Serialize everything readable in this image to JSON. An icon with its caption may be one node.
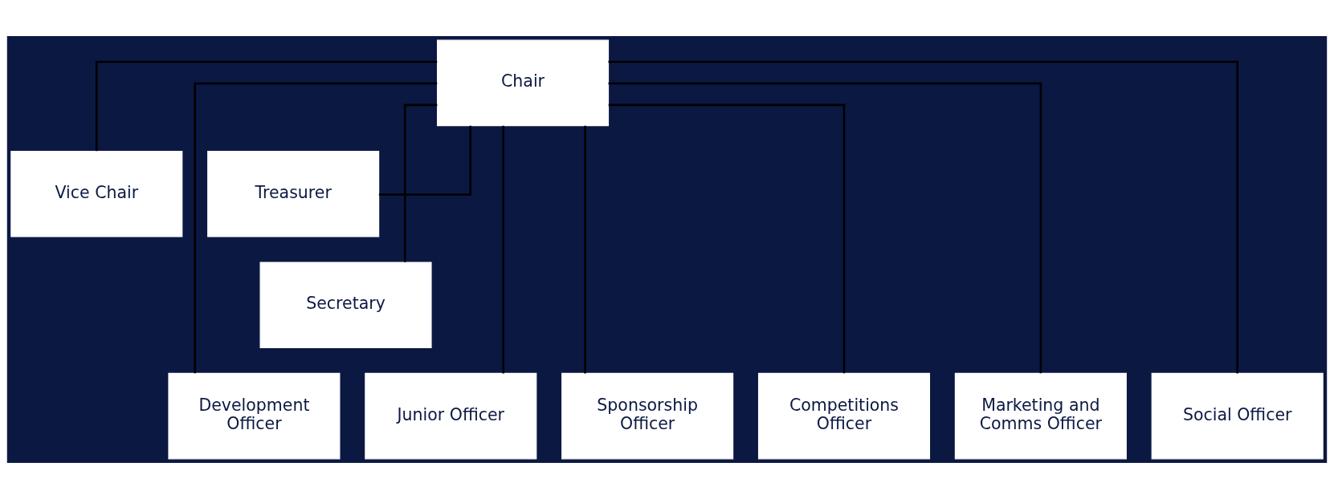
{
  "diagram": {
    "nodes": [
      {
        "text": [
          "Chair"
        ]
      },
      {
        "text": [
          "Vice Chair"
        ]
      },
      {
        "text": [
          "Treasurer"
        ]
      },
      {
        "text": [
          "Secretary"
        ]
      },
      {
        "text": [
          "Development Officer"
        ]
      },
      {
        "text": [
          "Junior Officer"
        ]
      },
      {
        "text": [
          "Sponsorship Officer"
        ]
      },
      {
        "text": [
          "Competitions Officer"
        ]
      },
      {
        "text": [
          "Marketing and Comms Officer"
        ]
      },
      {
        "text": [
          "Social Officer"
        ]
      }
    ],
    "edges": [
      {
        "from": 0,
        "to": 1,
        "arrow": "none"
      },
      {
        "from": 0,
        "to": 2,
        "arrow": "none"
      },
      {
        "from": 0,
        "to": 3,
        "arrow": "none"
      },
      {
        "from": 0,
        "to": 4,
        "arrow": "none"
      },
      {
        "from": 0,
        "to": 5,
        "arrow": "none"
      },
      {
        "from": 0,
        "to": 6,
        "arrow": "none"
      },
      {
        "from": 0,
        "to": 7,
        "arrow": "none"
      },
      {
        "from": 0,
        "to": 8,
        "arrow": "none"
      },
      {
        "from": 0,
        "to": 9,
        "arrow": "none"
      }
    ]
  }
}
